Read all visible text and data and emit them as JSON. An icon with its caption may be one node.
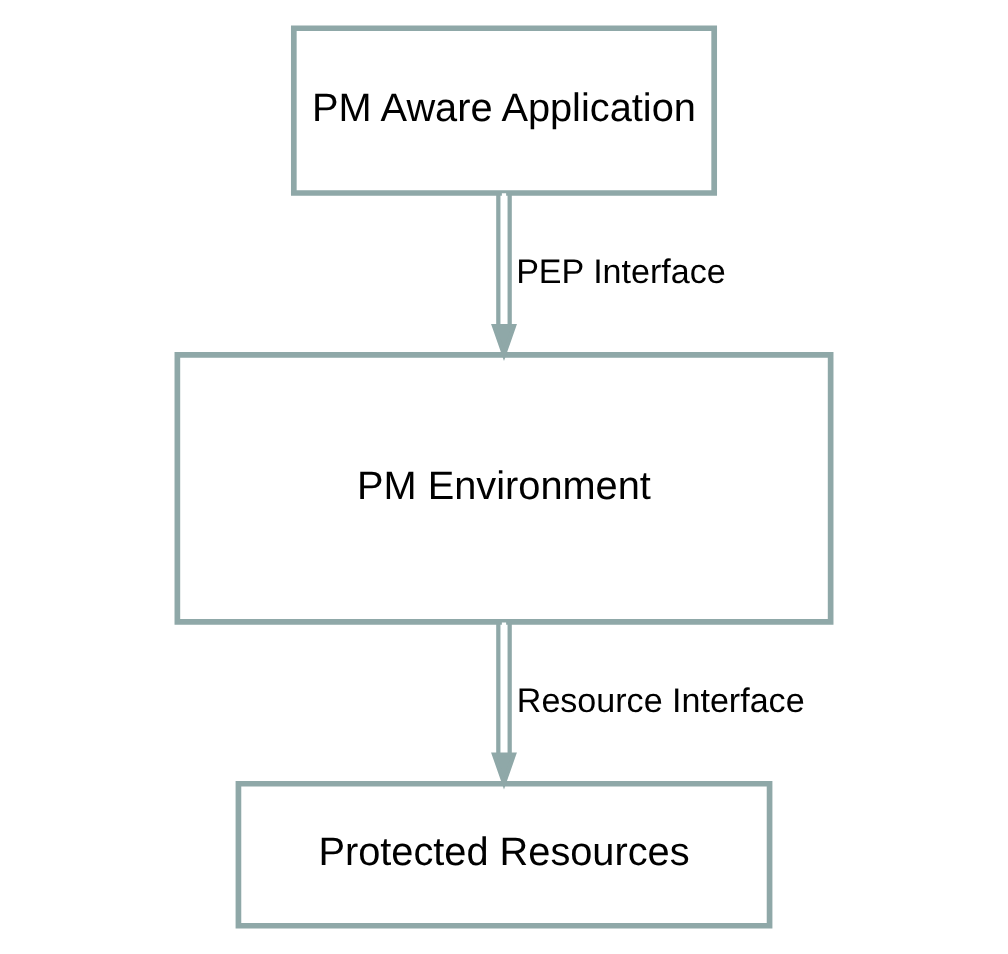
{
  "diagram": {
    "nodes": [
      {
        "text": [
          "PM Aware Application"
        ]
      },
      {
        "text": [
          "PM Environment"
        ]
      },
      {
        "text": [
          "Protected Resources"
        ]
      }
    ],
    "edges": [
      {
        "from": 0,
        "to": 1,
        "arrow": "to",
        "label": "PEP Interface"
      },
      {
        "from": 1,
        "to": 2,
        "arrow": "to",
        "label": "Resource Interface"
      }
    ]
  }
}
